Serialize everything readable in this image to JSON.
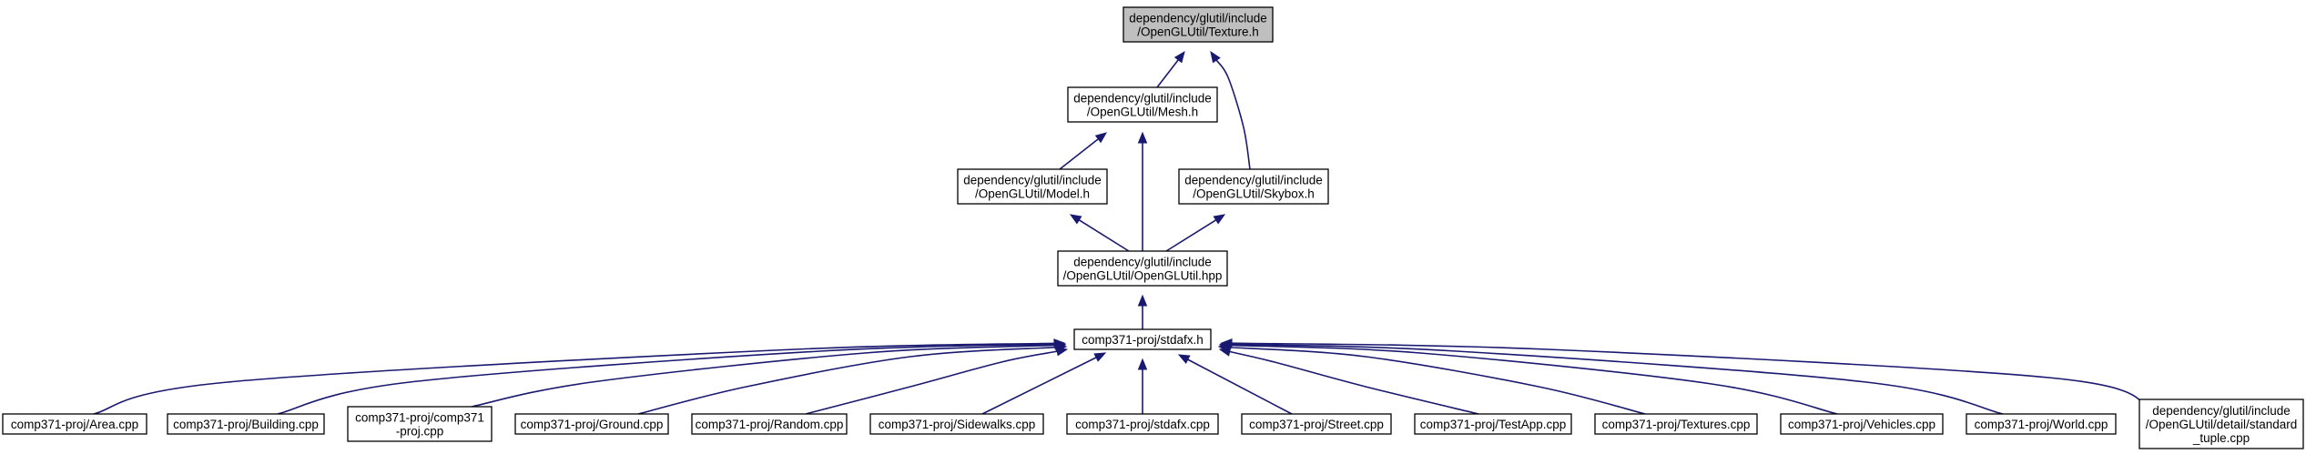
{
  "colors": {
    "node_fill": "#ffffff",
    "node_highlight_fill": "#bfbfbf",
    "edge": "#191970",
    "border": "#000000"
  },
  "graph": {
    "nodes": [
      {
        "id": "texture",
        "label": [
          "dependency/glutil/include",
          "/OpenGLUtil/Texture.h"
        ],
        "highlight": true
      },
      {
        "id": "mesh",
        "label": [
          "dependency/glutil/include",
          "/OpenGLUtil/Mesh.h"
        ]
      },
      {
        "id": "model",
        "label": [
          "dependency/glutil/include",
          "/OpenGLUtil/Model.h"
        ]
      },
      {
        "id": "skybox",
        "label": [
          "dependency/glutil/include",
          "/OpenGLUtil/Skybox.h"
        ]
      },
      {
        "id": "openglutil",
        "label": [
          "dependency/glutil/include",
          "/OpenGLUtil/OpenGLUtil.hpp"
        ]
      },
      {
        "id": "stdafx_h",
        "label": [
          "comp371-proj/stdafx.h"
        ]
      },
      {
        "id": "area",
        "label": [
          "comp371-proj/Area.cpp"
        ]
      },
      {
        "id": "building",
        "label": [
          "comp371-proj/Building.cpp"
        ]
      },
      {
        "id": "comp371",
        "label": [
          "comp371-proj/comp371",
          "-proj.cpp"
        ]
      },
      {
        "id": "ground",
        "label": [
          "comp371-proj/Ground.cpp"
        ]
      },
      {
        "id": "random",
        "label": [
          "comp371-proj/Random.cpp"
        ]
      },
      {
        "id": "sidewalks",
        "label": [
          "comp371-proj/Sidewalks.cpp"
        ]
      },
      {
        "id": "stdafx_cpp",
        "label": [
          "comp371-proj/stdafx.cpp"
        ]
      },
      {
        "id": "street",
        "label": [
          "comp371-proj/Street.cpp"
        ]
      },
      {
        "id": "testapp",
        "label": [
          "comp371-proj/TestApp.cpp"
        ]
      },
      {
        "id": "textures",
        "label": [
          "comp371-proj/Textures.cpp"
        ]
      },
      {
        "id": "vehicles",
        "label": [
          "comp371-proj/Vehicles.cpp"
        ]
      },
      {
        "id": "world",
        "label": [
          "comp371-proj/World.cpp"
        ]
      },
      {
        "id": "standard_tuple",
        "label": [
          "dependency/glutil/include",
          "/OpenGLUtil/detail/standard",
          "_tuple.cpp"
        ]
      }
    ],
    "edges": [
      {
        "from": "mesh",
        "to": "texture"
      },
      {
        "from": "skybox",
        "to": "texture"
      },
      {
        "from": "model",
        "to": "mesh"
      },
      {
        "from": "openglutil",
        "to": "mesh"
      },
      {
        "from": "openglutil",
        "to": "model"
      },
      {
        "from": "openglutil",
        "to": "skybox"
      },
      {
        "from": "stdafx_h",
        "to": "openglutil"
      },
      {
        "from": "area",
        "to": "stdafx_h"
      },
      {
        "from": "building",
        "to": "stdafx_h"
      },
      {
        "from": "comp371",
        "to": "stdafx_h"
      },
      {
        "from": "ground",
        "to": "stdafx_h"
      },
      {
        "from": "random",
        "to": "stdafx_h"
      },
      {
        "from": "sidewalks",
        "to": "stdafx_h"
      },
      {
        "from": "stdafx_cpp",
        "to": "stdafx_h"
      },
      {
        "from": "street",
        "to": "stdafx_h"
      },
      {
        "from": "testapp",
        "to": "stdafx_h"
      },
      {
        "from": "textures",
        "to": "stdafx_h"
      },
      {
        "from": "vehicles",
        "to": "stdafx_h"
      },
      {
        "from": "world",
        "to": "stdafx_h"
      },
      {
        "from": "standard_tuple",
        "to": "stdafx_h"
      }
    ]
  }
}
